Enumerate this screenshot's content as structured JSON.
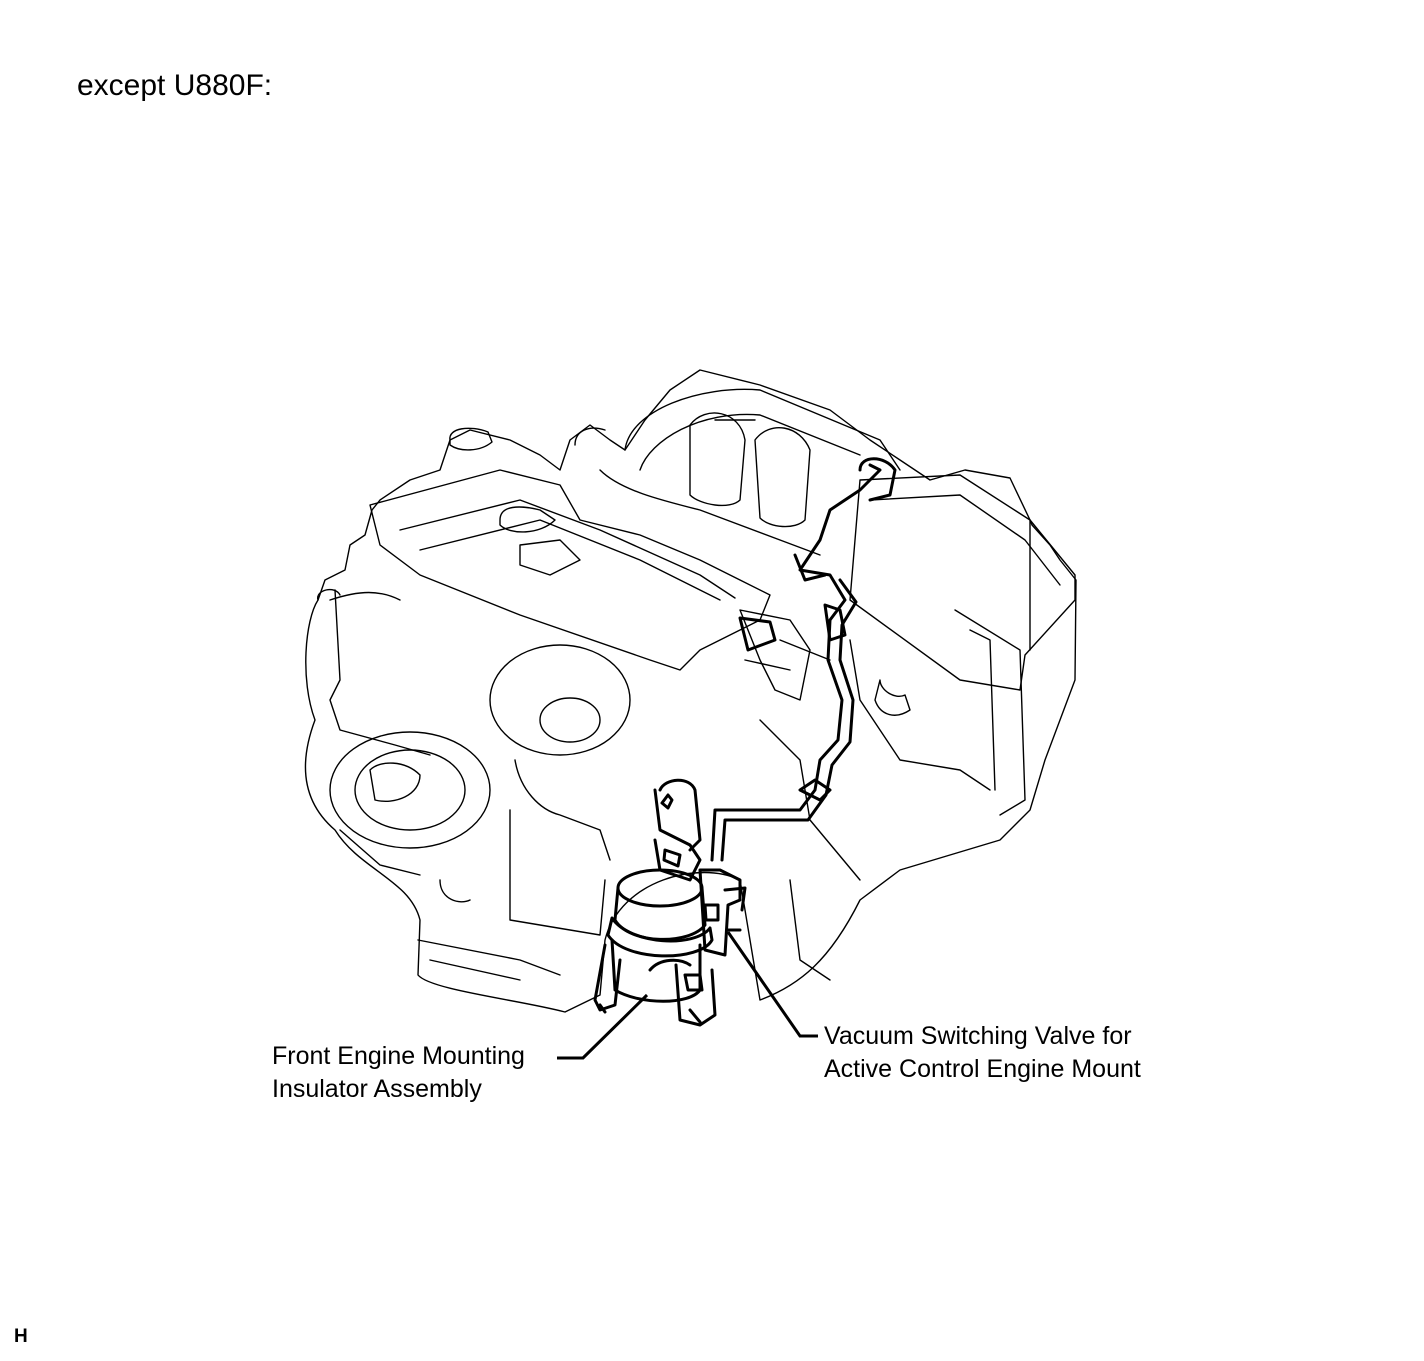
{
  "heading": "except U880F:",
  "callouts": {
    "front_mount_line1": "Front Engine Mounting",
    "front_mount_line2": "Insulator Assembly",
    "vsv_line1": "Vacuum Switching Valve for",
    "vsv_line2": "Active Control Engine Mount"
  },
  "corner_mark": "H"
}
